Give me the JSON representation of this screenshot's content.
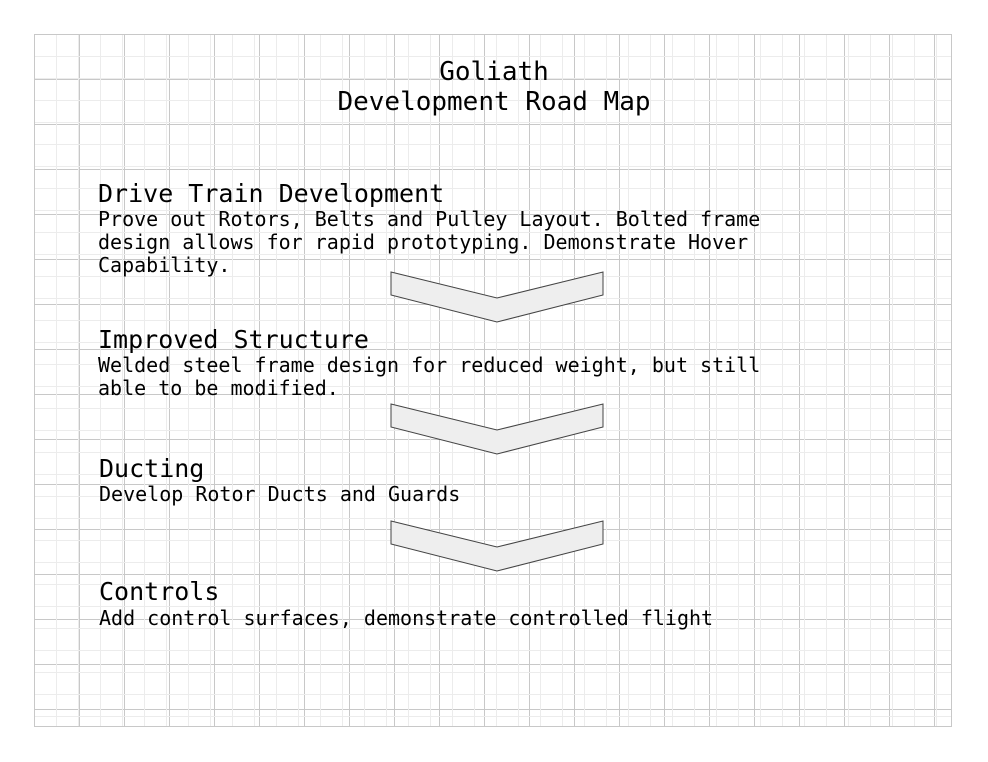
{
  "diagram": {
    "title_line1": "Goliath",
    "title_line2": "Development Road Map",
    "stages": [
      {
        "title": "Drive Train Development",
        "description": "Prove out Rotors, Belts and Pulley Layout. Bolted frame\ndesign allows for rapid prototyping. Demonstrate Hover\nCapability."
      },
      {
        "title": "Improved Structure",
        "description": "Welded steel frame design for reduced weight, but still\nable to be modified."
      },
      {
        "title": "Ducting",
        "description": "Develop Rotor Ducts and Guards"
      },
      {
        "title": "Controls",
        "description": "Add control surfaces, demonstrate controlled flight"
      }
    ],
    "colors": {
      "chevron_fill": "#eeeeee",
      "chevron_stroke": "#444444",
      "grid": "#c8c8c8"
    }
  }
}
